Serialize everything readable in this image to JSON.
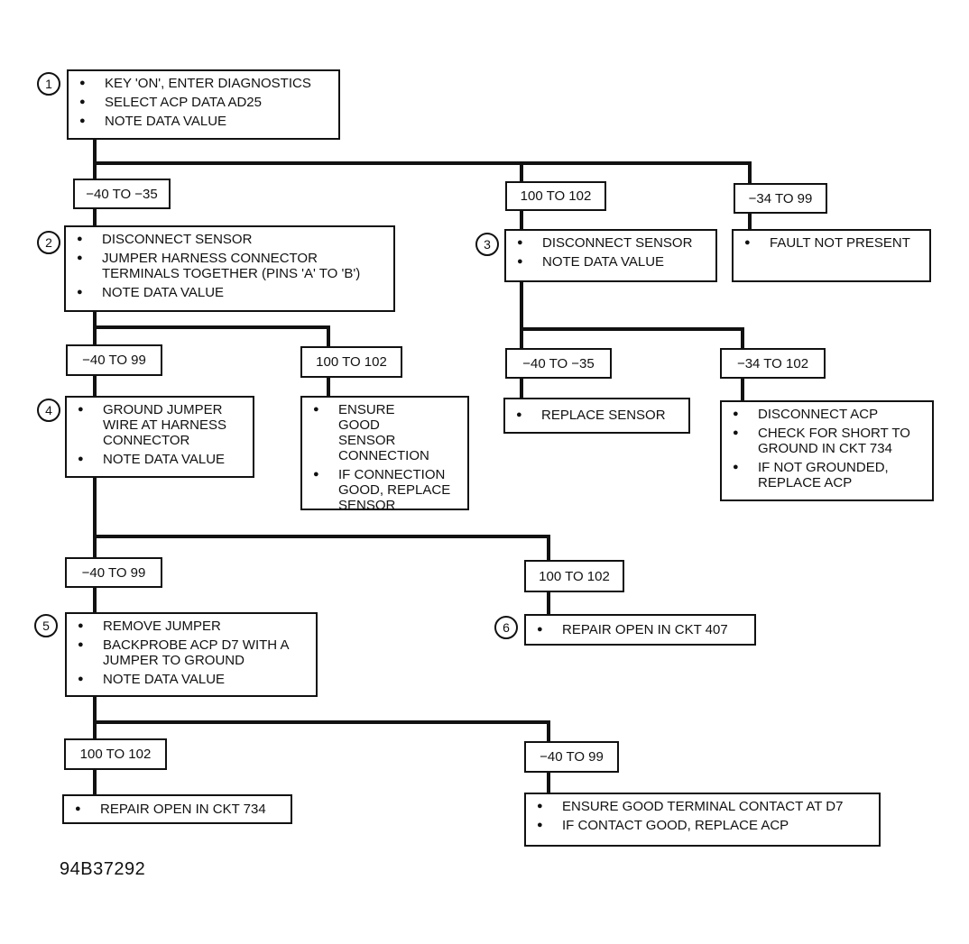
{
  "steps": [
    {
      "id": "1",
      "lines": [
        "KEY 'ON', ENTER DIAGNOSTICS",
        "SELECT ACP DATA AD25",
        "NOTE DATA VALUE"
      ]
    },
    {
      "id": "2",
      "lines": [
        "DISCONNECT SENSOR",
        "JUMPER HARNESS CONNECTOR TERMINALS TOGETHER (PINS 'A' TO 'B')",
        "NOTE DATA VALUE"
      ]
    },
    {
      "id": "3",
      "lines": [
        "DISCONNECT SENSOR",
        "NOTE DATA VALUE"
      ]
    },
    {
      "id": "4",
      "lines": [
        "GROUND JUMPER WIRE AT HARNESS CONNECTOR",
        "NOTE DATA VALUE"
      ]
    },
    {
      "id": "5",
      "lines": [
        "REMOVE JUMPER",
        "BACKPROBE ACP D7 WITH A JUMPER TO GROUND",
        "NOTE DATA VALUE"
      ]
    },
    {
      "id": "6",
      "lines": [
        "REPAIR OPEN IN CKT 407"
      ]
    }
  ],
  "results": {
    "fault_not_present": [
      "FAULT NOT PRESENT"
    ],
    "ensure_sensor": [
      "ENSURE GOOD SENSOR CONNECTION",
      "IF CONNECTION GOOD, REPLACE SENSOR"
    ],
    "replace_sensor": [
      "REPLACE SENSOR"
    ],
    "disconnect_acp": [
      "DISCONNECT ACP",
      "CHECK FOR SHORT TO GROUND IN CKT 734",
      "IF NOT GROUNDED, REPLACE ACP"
    ],
    "repair_734": [
      "REPAIR OPEN IN CKT 734"
    ],
    "ensure_terminal": [
      "ENSURE GOOD TERMINAL CONTACT AT D7",
      "IF CONTACT GOOD, REPLACE ACP"
    ]
  },
  "values": {
    "s1_a": "−40 TO −35",
    "s1_b": "100 TO 102",
    "s1_c": "−34 TO 99",
    "s2_a": "−40 TO 99",
    "s2_b": "100 TO 102",
    "s3_a": "−40 TO −35",
    "s3_b": "−34 TO 102",
    "s4_a": "−40 TO 99",
    "s4_b": "100 TO 102",
    "s5_a": "100 TO 102",
    "s5_b": "−40 TO 99"
  },
  "figure_code": "94B37292"
}
